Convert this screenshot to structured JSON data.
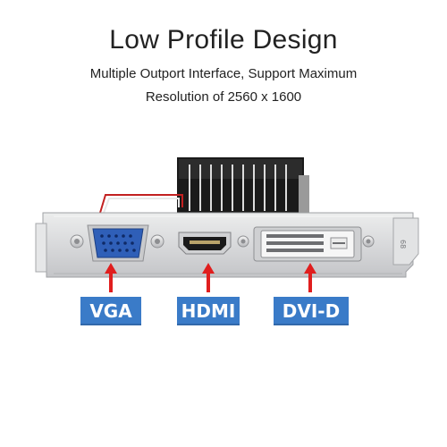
{
  "header": {
    "title": "Low Profile Design",
    "subtitle_line1": "Multiple Outport Interface, Support Maximum",
    "subtitle_line2": "Resolution of 2560 x 1600"
  },
  "ports": {
    "vga_label": "VGA",
    "hdmi_label": "HDMI",
    "dvi_label": "DVI-D"
  },
  "bracket": {
    "marking": "68"
  },
  "colors": {
    "label_bg": "#3a7bc8",
    "arrow": "#e01e1e",
    "vga_connector": "#2f5fb8",
    "bracket": "#d9dadc"
  }
}
